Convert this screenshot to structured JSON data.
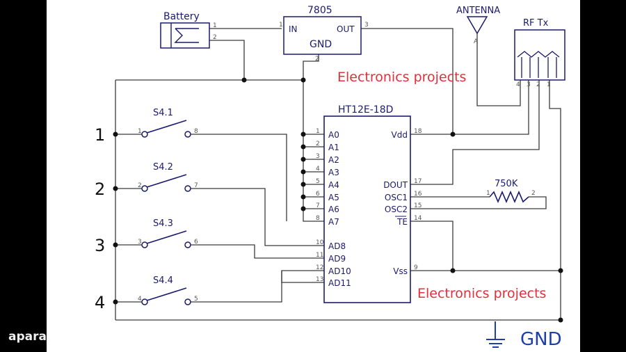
{
  "battery": "Battery",
  "regulator": {
    "name": "7805",
    "in": "IN",
    "out": "OUT",
    "gnd": "GND"
  },
  "antenna": "ANTENNA",
  "rf": "RF  Tx",
  "ic": {
    "name": "HT12E-18D",
    "left_pins": [
      "A0",
      "A1",
      "A2",
      "A3",
      "A4",
      "A5",
      "A6",
      "A7",
      "AD8",
      "AD9",
      "AD10",
      "AD11"
    ],
    "right_pins": [
      "Vdd",
      "DOUT",
      "OSC1",
      "OSC2",
      "TE",
      "Vss"
    ]
  },
  "pin_numbers": {
    "left": [
      "1",
      "2",
      "3",
      "4",
      "5",
      "6",
      "7",
      "8",
      "10",
      "11",
      "12",
      "13"
    ],
    "right": [
      "18",
      "17",
      "16",
      "15",
      "14",
      "9"
    ],
    "battery": [
      "1",
      "2"
    ],
    "reg_in": "1",
    "reg_out": "3",
    "reg_gnd": "2",
    "antenna": "A",
    "rf": [
      "4",
      "3",
      "2",
      "1"
    ],
    "resistor": [
      "1",
      "2"
    ]
  },
  "resistor": "750K",
  "switches": [
    {
      "name": "S4.1",
      "index": "1",
      "p1": "1",
      "p2": "8"
    },
    {
      "name": "S4.2",
      "index": "2",
      "p1": "2",
      "p2": "7"
    },
    {
      "name": "S4.3",
      "index": "3",
      "p1": "3",
      "p2": "6"
    },
    {
      "name": "S4.4",
      "index": "4",
      "p1": "4",
      "p2": "5"
    }
  ],
  "watermark_text": "Electronics projects",
  "ground_label": "GND",
  "site_watermark": "apara"
}
